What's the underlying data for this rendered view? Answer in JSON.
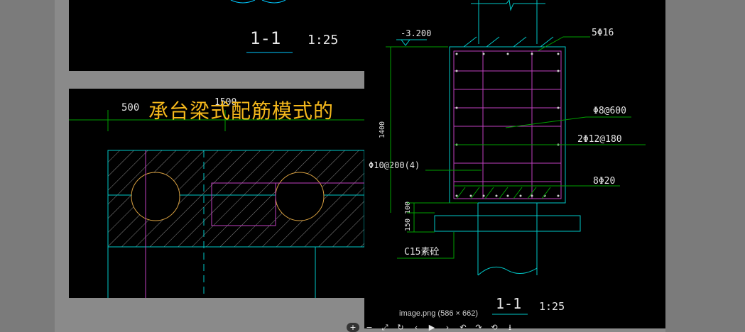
{
  "top_drawing": {
    "section_label": "1-1",
    "scale": "1:25"
  },
  "mid_drawing": {
    "dim_left": "500",
    "dim_mid": "1500"
  },
  "caption": "承台梁式配筋模式的",
  "front_drawing": {
    "elevation": "-3.200",
    "label_5phi16": "5Φ16",
    "label_phi8": "Φ8@600",
    "label_2phi12": "2Φ12@180",
    "label_phi10": "Φ10@200(4)",
    "label_8phi20": "8Φ20",
    "dim_1400": "1400",
    "dim_100": "100",
    "dim_150": "150",
    "label_c15": "C15素砼",
    "section_label": "1-1",
    "scale": "1:25"
  },
  "image_caption": "image.png (586 × 662)",
  "toolbar": {
    "zoom_in": "+",
    "zoom_out": "−",
    "fit": "⤢",
    "rotate": "↻",
    "prev": "‹",
    "play": "▶",
    "next": "›",
    "undo": "↶",
    "redo": "↷",
    "reset": "⟲",
    "download": "⭳"
  }
}
